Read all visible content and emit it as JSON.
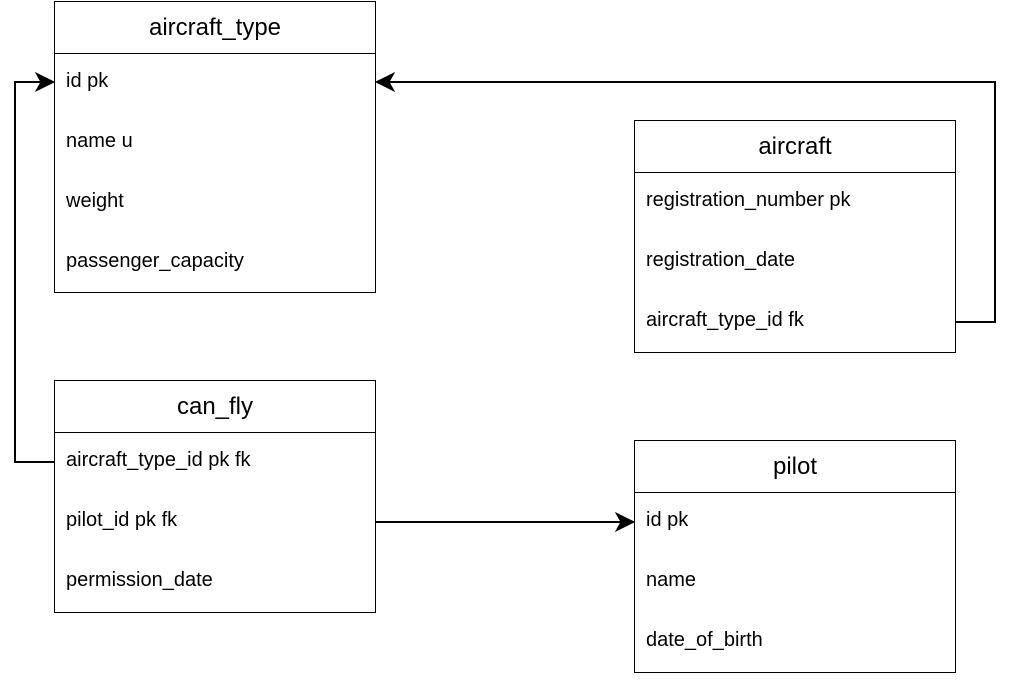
{
  "entities": {
    "aircraft_type": {
      "title": "aircraft_type",
      "fields": [
        "id pk",
        "name u",
        "weight",
        "passenger_capacity"
      ]
    },
    "aircraft": {
      "title": "aircraft",
      "fields": [
        "registration_number pk",
        "registration_date",
        "aircraft_type_id fk"
      ]
    },
    "can_fly": {
      "title": "can_fly",
      "fields": [
        "aircraft_type_id pk fk",
        "pilot_id pk fk",
        "permission_date"
      ]
    },
    "pilot": {
      "title": "pilot",
      "fields": [
        "id pk",
        "name",
        "date_of_birth"
      ]
    }
  },
  "relationships": [
    {
      "from": "aircraft.aircraft_type_id fk",
      "to": "aircraft_type.id pk"
    },
    {
      "from": "can_fly.aircraft_type_id pk fk",
      "to": "aircraft_type.id pk"
    },
    {
      "from": "can_fly.pilot_id pk fk",
      "to": "pilot.id pk"
    }
  ],
  "colors": {
    "line": "#000000",
    "background": "#ffffff"
  }
}
